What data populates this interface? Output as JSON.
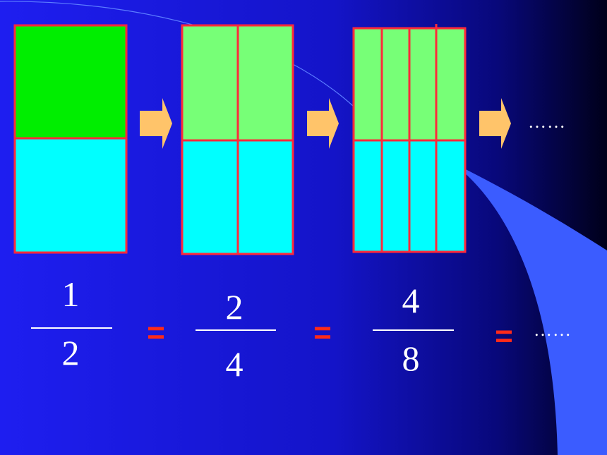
{
  "fractions": [
    {
      "numerator": "1",
      "denominator": "2"
    },
    {
      "numerator": "2",
      "denominator": "4"
    },
    {
      "numerator": "4",
      "denominator": "8"
    }
  ],
  "equals": [
    "=",
    "=",
    "="
  ],
  "top_ellipsis": "……",
  "bottom_ellipsis": "……",
  "colors": {
    "shaded": "#00ee00",
    "shaded_light": "#77ff77",
    "unshaded": "#00ffff",
    "border": "#ff2a3a",
    "arrow": "#ffc46a",
    "background_start": "#1a1ae8",
    "background_end": "#000020",
    "accent_band": "#3b5cff"
  },
  "icons": [
    "right-arrow-icon",
    "right-arrow-icon",
    "right-arrow-icon"
  ]
}
